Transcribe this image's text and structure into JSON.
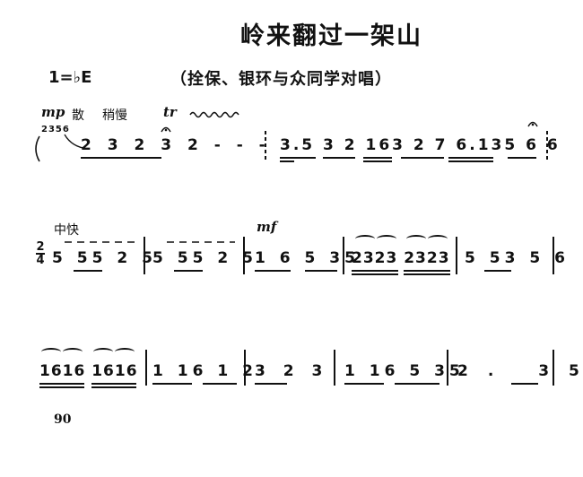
{
  "song": {
    "title": "岭来翻过一架山",
    "key": "1=♭E",
    "performers": "（拴保、银环与众同学对唱）"
  },
  "line1": {
    "dynamic": "mp",
    "tempo_a": "散",
    "tempo_b": "稍慢",
    "ornament": "tr",
    "grace_notes": "2356",
    "measures": [
      "2 3 2 3 2 - - -",
      "3.5 3 2 163 2 7 6.135 6 6"
    ]
  },
  "line2": {
    "tempo": "中快",
    "time_signature": {
      "top": "2",
      "bottom": "4"
    },
    "dynamic": "mf",
    "measures": [
      "5 55 2 5",
      "5 55 2 5",
      "1 6 5 35",
      "2323 2323",
      "5 53 5 6"
    ]
  },
  "line3": {
    "measures": [
      "1616 1616",
      "1 16 1 2",
      "3 2 3",
      "1 16 5 35",
      "2. 35"
    ]
  },
  "page_number": "90"
}
